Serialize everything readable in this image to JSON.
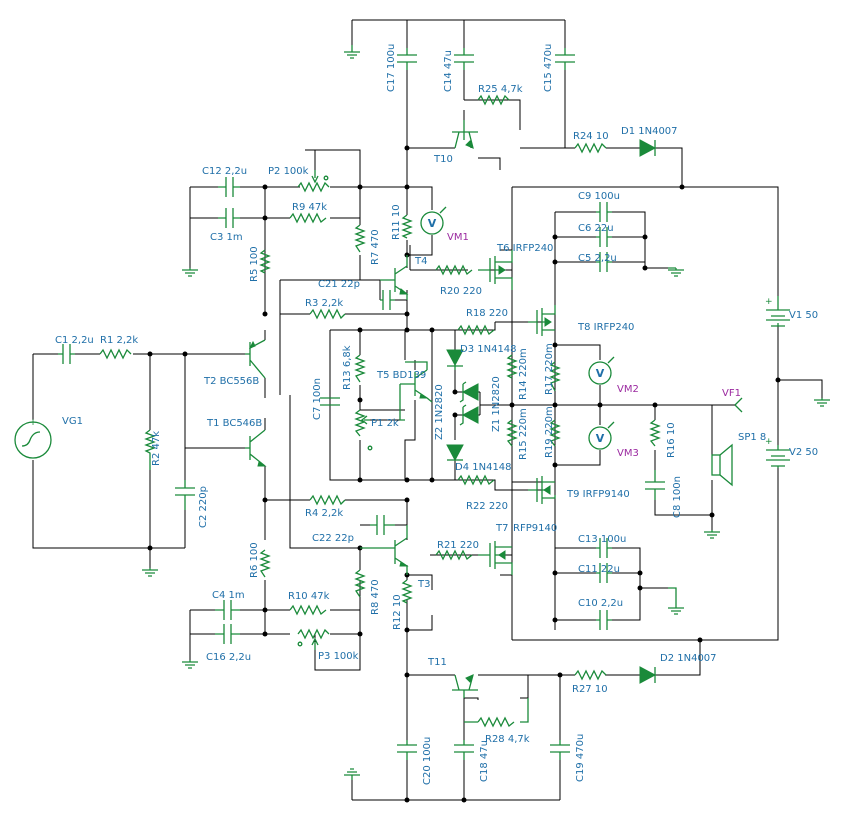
{
  "labels": {
    "C17": "C17 100u",
    "C14": "C14 47u",
    "C15": "C15 470u",
    "R25": "R25 4,7k",
    "T10": "T10",
    "R24": "R24 10",
    "D1": "D1 1N4007",
    "C12": "C12 2,2u",
    "P2": "P2 100k",
    "C3": "C3 1m",
    "R9": "R9 47k",
    "R11": "R11 10",
    "C9": "C9 100u",
    "C6": "C6 22u",
    "C5": "C5 2,2u",
    "T6": "T6 IRFP240",
    "R5": "R5 100",
    "R7": "R7 470",
    "T4": "T4",
    "C21": "C21 22p",
    "R20": "R20 220",
    "R3": "R3 2,2k",
    "R18": "R18 220",
    "T8": "T8 IRFP240",
    "V1": "V1 50",
    "C1": "C1 2,2u",
    "R1": "R1 2,2k",
    "R13": "R13 6,8k",
    "C7": "C7 100n",
    "T5": "T5 BD139",
    "D3": "D3 1N4148",
    "R14": "R14 220m",
    "R17": "R17 220m",
    "T2": "T2 BC556B",
    "VG1": "VG1",
    "Z1": "Z1 1N2820",
    "Z2": "Z2 1N2820",
    "R15": "R15 220m",
    "R19": "R19 220m",
    "R16": "R16 10",
    "SP1": "SP1 8",
    "T1": "T1 BC546B",
    "P1": "P1 2k",
    "R2": "R2 47k",
    "V2": "V2 50",
    "D4": "D4 1N4148",
    "C8": "C8 100n",
    "C2": "C2 220p",
    "T9": "T9 IRFP9140",
    "R4": "R4 2,2k",
    "R22": "R22 220",
    "R6": "R6 100",
    "T7": "T7",
    "T7_part": "RFP9140",
    "C22": "C22 22p",
    "C13": "C13 100u",
    "R21": "R21 220",
    "C11": "C11 22u",
    "T3": "T3",
    "C4": "C4 1m",
    "R10": "R10 47k",
    "R8": "R8 470",
    "C10": "C10 2,2u",
    "R12": "R12 10",
    "C16": "C16 2,2u",
    "P3": "P3 100k",
    "T11": "T11",
    "D2": "D2 1N4007",
    "R27": "R27 10",
    "R28": "R28 4,7k",
    "C20": "C20 100u",
    "C18": "C18 47u",
    "C19": "C19 470u"
  },
  "nets": {
    "VM1": "VM1",
    "VM2": "VM2",
    "VM3": "VM3",
    "VF1": "VF1"
  },
  "meter_symbol": "V",
  "colors": {
    "component": "#1a8a3a",
    "wire": "#000000",
    "label": "#1f6fa8",
    "net_label": "#9b2aa0"
  }
}
